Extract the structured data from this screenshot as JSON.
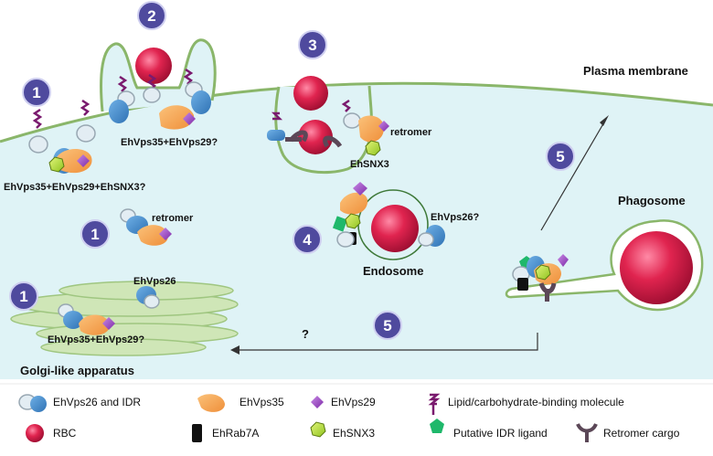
{
  "labels": {
    "plasma_membrane": "Plasma membrane",
    "phagosome": "Phagosome",
    "endosome": "Endosome",
    "golgi": "Golgi-like apparatus",
    "complex_full": "EhVps35+EhVps29+EhSNX3?",
    "complex_35_29_top": "EhVps35+EhVps29?",
    "retromer_top": "retromer",
    "ehsnx3": "EhSNX3",
    "retromer_mid": "retromer",
    "ehvps26_q": "EhVps26?",
    "ehvps26": "EhVps26",
    "complex_35_29_golgi": "EhVps35+EhVps29?",
    "question": "?"
  },
  "steps": [
    "1",
    "2",
    "3",
    "1",
    "4",
    "5",
    "1",
    "5"
  ],
  "legend": [
    {
      "label": "EhVps26 and IDR",
      "icon": "vps26-idr"
    },
    {
      "label": "EhVps35",
      "icon": "vps35"
    },
    {
      "label": "EhVps29",
      "icon": "vps29"
    },
    {
      "label": "Lipid/carbohydrate-binding molecule",
      "icon": "lipid-binding"
    },
    {
      "label": "RBC",
      "icon": "rbc"
    },
    {
      "label": "EhRab7A",
      "icon": "rab7a"
    },
    {
      "label": "EhSNX3",
      "icon": "snx3"
    },
    {
      "label": "Putative IDR ligand",
      "icon": "idr-ligand"
    },
    {
      "label": "Retromer cargo",
      "icon": "retromer-cargo"
    }
  ],
  "colors": {
    "cytoplasm": "#dff3f6",
    "membrane": "#8ab66a",
    "step_circle": "#4f4a9e",
    "rbc": "#d11a47",
    "vps26": "#3d86c6",
    "vps35": "#f4a24e",
    "vps29": "#9b42c8",
    "snx3": "#b7df3b",
    "idr_ligand": "#1fb86b",
    "cargo": "#5b4757",
    "lipid": "#7a1a6e",
    "rab7a": "#111111",
    "golgi": "#cfe6b4"
  }
}
